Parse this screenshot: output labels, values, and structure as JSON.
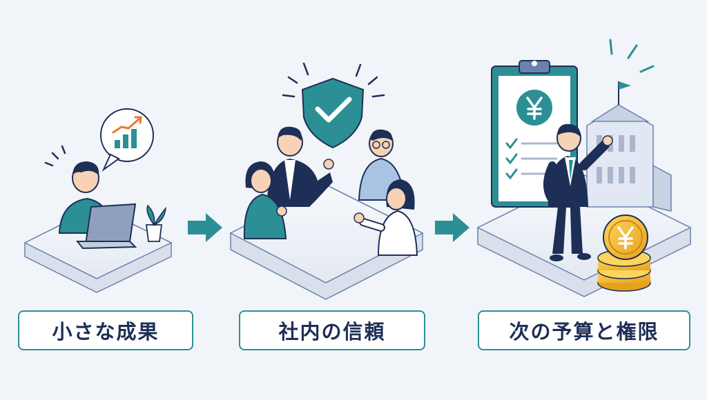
{
  "steps": [
    {
      "label": "小さな成果"
    },
    {
      "label": "社内の信頼"
    },
    {
      "label": "次の予算と権限"
    }
  ],
  "icons": {
    "chart": "growth-chart-icon",
    "shield": "shield-check-icon",
    "yen": "yen-icon"
  },
  "colors": {
    "teal": "#2b8f95",
    "navy": "#1d2f56",
    "gold": "#f2b731",
    "platform": "#e8edf5",
    "background": "#f1f4f8"
  }
}
